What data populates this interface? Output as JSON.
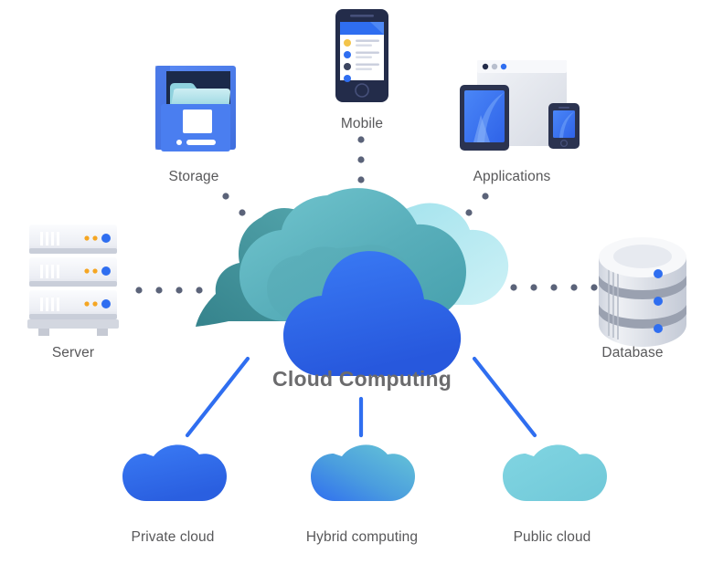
{
  "diagram": {
    "title": "Cloud Computing",
    "background_color": "#ffffff",
    "center": {
      "label": "Cloud Computing",
      "label_color": "#6b6b6d",
      "icon_name": "cloud-computing-icon",
      "cloud_layers": [
        {
          "name": "teal-left-cloud",
          "color_from": "#4d9ba2",
          "color_to": "#35838c"
        },
        {
          "name": "teal-top-cloud",
          "color_from": "#6fc3cc",
          "color_to": "#49a6b2"
        },
        {
          "name": "pale-cyan-right-cloud",
          "color_from": "#9fe2ec",
          "color_to": "#c8f0f5"
        },
        {
          "name": "blue-front-cloud",
          "color_from": "#3575f0",
          "color_to": "#2a5fe0"
        }
      ]
    },
    "peripheral_nodes": [
      {
        "id": "storage",
        "label": "Storage",
        "icon_name": "storage-icon",
        "position": "top-left",
        "label_color": "#58585a",
        "colors": {
          "body": "#4a7ef0",
          "body_dark": "#3f6ede",
          "slot": "#1b2a4a",
          "folder": "#9ed8e2",
          "folder_light": "#c6eaf0",
          "screen": "#ffffff"
        },
        "connector": {
          "type": "dotted",
          "count": 4,
          "color": "#5b6379"
        }
      },
      {
        "id": "mobile",
        "label": "Mobile",
        "icon_name": "mobile-phone-icon",
        "position": "top-center",
        "label_color": "#58585a",
        "colors": {
          "frame": "#232c4a",
          "screen": "#ffffff",
          "header": "#2f6ef0",
          "dot_yellow": "#f3c44a",
          "dot_blue": "#2f6ef0",
          "dot_dark": "#3c4560",
          "line": "#c9cedd"
        },
        "connector": {
          "type": "dotted",
          "count": 3,
          "color": "#5b6379"
        }
      },
      {
        "id": "applications",
        "label": "Applications",
        "icon_name": "applications-icon",
        "position": "top-right",
        "label_color": "#58585a",
        "colors": {
          "window": "#e8eaf0",
          "window_bar": "#f5f6fa",
          "tablet_frame": "#2b3350",
          "tablet_screen": "#3b76f2",
          "phone_frame": "#2b3350",
          "phone_screen": "#3b76f2",
          "dot_dark": "#232c4a",
          "dot_gray": "#b9bfce",
          "dot_blue": "#2f6ef0"
        },
        "connector": {
          "type": "dotted",
          "count": 4,
          "color": "#5b6379"
        }
      },
      {
        "id": "server",
        "label": "Server",
        "icon_name": "server-icon",
        "position": "left",
        "label_color": "#58585a",
        "colors": {
          "unit_light": "#f4f5f8",
          "unit_mid": "#dfe2ea",
          "shadow": "#b9bfcc",
          "vent": "#ffffff",
          "led_blue": "#2f6ef0",
          "led_orange": "#f5a623"
        },
        "connector": {
          "type": "dotted",
          "count": 5,
          "color": "#5b6379"
        }
      },
      {
        "id": "database",
        "label": "Database",
        "icon_name": "database-icon",
        "position": "right",
        "label_color": "#58585a",
        "colors": {
          "body_light": "#eef0f4",
          "body_mid": "#d3d7e0",
          "band": "#9aa1b0",
          "top": "#f7f8fa",
          "led_blue": "#2f6ef0"
        },
        "connector": {
          "type": "dotted",
          "count": 5,
          "color": "#5b6379"
        }
      }
    ],
    "cloud_types": [
      {
        "id": "private-cloud",
        "label": "Private cloud",
        "icon_name": "private-cloud-icon",
        "label_color": "#58585a",
        "fill_from": "#3575f0",
        "fill_to": "#2a5fe0",
        "connector": {
          "type": "solid-line",
          "color": "#2f6ef0"
        }
      },
      {
        "id": "hybrid-computing",
        "label": "Hybrid computing",
        "icon_name": "hybrid-cloud-icon",
        "label_color": "#58585a",
        "fill_from": "#2f6ef0",
        "fill_to": "#63c4d4",
        "connector": {
          "type": "solid-line",
          "color": "#2f6ef0"
        }
      },
      {
        "id": "public-cloud",
        "label": "Public cloud",
        "icon_name": "public-cloud-icon",
        "label_color": "#58585a",
        "fill_from": "#7fd3e0",
        "fill_to": "#74ccdb",
        "connector": {
          "type": "solid-line",
          "color": "#2f6ef0"
        }
      }
    ]
  }
}
